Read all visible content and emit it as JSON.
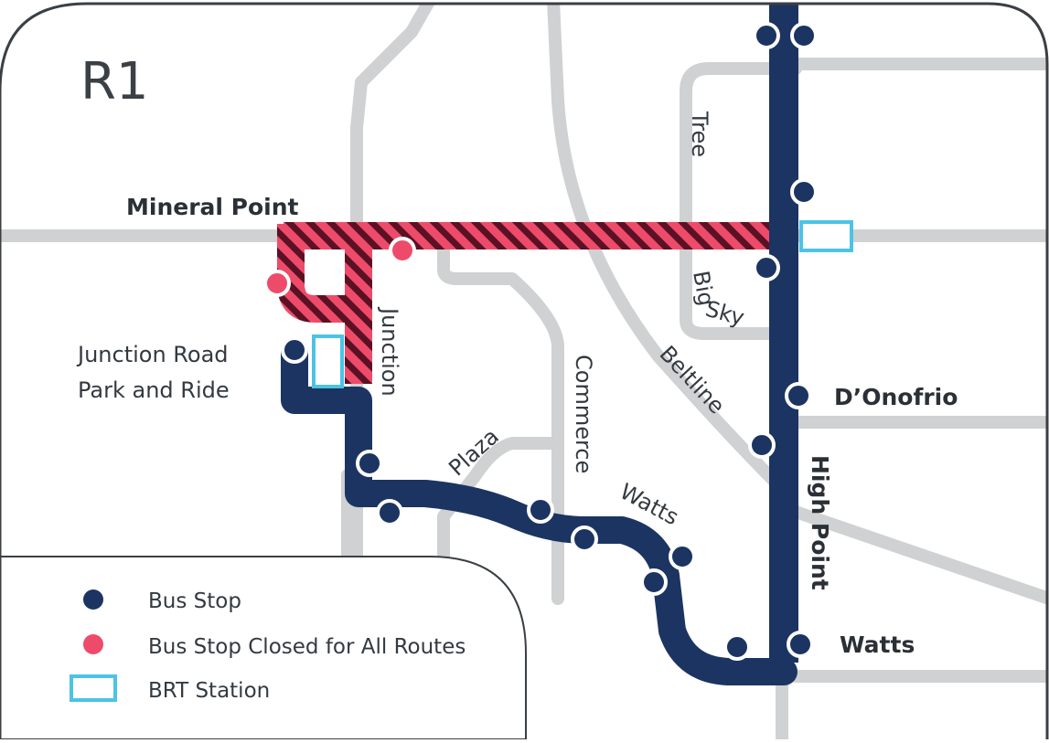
{
  "map": {
    "route_title": "R1",
    "colors": {
      "route": "#1c3462",
      "closed_stop": "#ee4b6a",
      "closed_segment_base": "#ee4b6a",
      "closed_segment_stripe": "#5b1124",
      "brt_station": "#4cc3e6",
      "streets": "#cfd1d2",
      "frame": "#3a3f44"
    },
    "streets": {
      "mineral_point": "Mineral Point",
      "junction_road_park_ride_1": "Junction Road",
      "junction_road_park_ride_2": "Park and Ride",
      "junction": "Junction",
      "plaza": "Plaza",
      "commerce": "Commerce",
      "watts_diag": "Watts",
      "watts_east": "Watts",
      "beltline": "Beltline",
      "tree": "Tree",
      "big": "Big",
      "sky": "Sky",
      "donofrio": "D’Onofrio",
      "high_point": "High Point"
    },
    "legend": {
      "bus_stop": "Bus Stop",
      "closed_stop": "Bus Stop Closed for All Routes",
      "brt_station": "BRT Station"
    }
  }
}
